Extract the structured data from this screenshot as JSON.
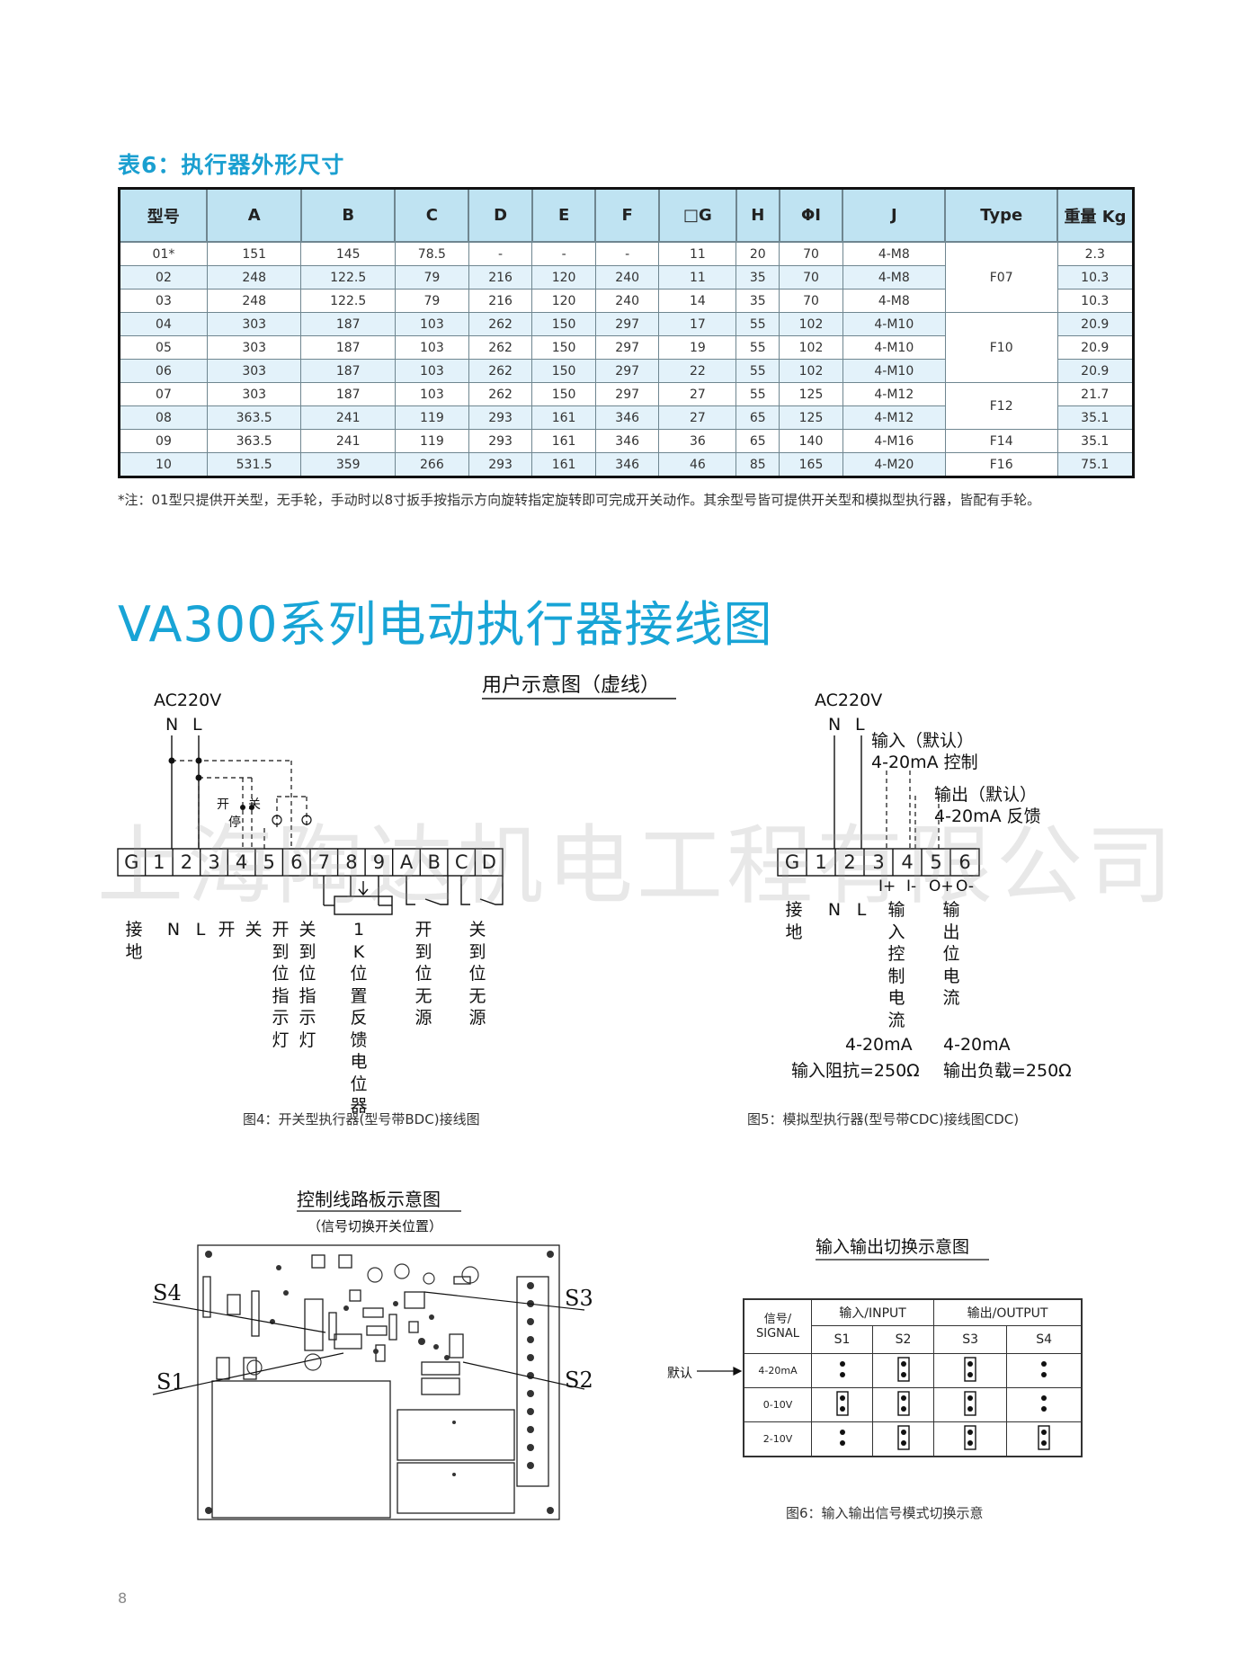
{
  "table": {
    "title": "表6：执行器外形尺寸",
    "headers": [
      "型号",
      "A",
      "B",
      "C",
      "D",
      "E",
      "F",
      "□G",
      "H",
      "ΦI",
      "J",
      "Type",
      "重量 Kg"
    ],
    "rows": [
      [
        "01*",
        "151",
        "145",
        "78.5",
        "-",
        "-",
        "-",
        "11",
        "20",
        "70",
        "4-M8",
        "2.3"
      ],
      [
        "02",
        "248",
        "122.5",
        "79",
        "216",
        "120",
        "240",
        "11",
        "35",
        "70",
        "4-M8",
        "10.3"
      ],
      [
        "03",
        "248",
        "122.5",
        "79",
        "216",
        "120",
        "240",
        "14",
        "35",
        "70",
        "4-M8",
        "10.3"
      ],
      [
        "04",
        "303",
        "187",
        "103",
        "262",
        "150",
        "297",
        "17",
        "55",
        "102",
        "4-M10",
        "20.9"
      ],
      [
        "05",
        "303",
        "187",
        "103",
        "262",
        "150",
        "297",
        "19",
        "55",
        "102",
        "4-M10",
        "20.9"
      ],
      [
        "06",
        "303",
        "187",
        "103",
        "262",
        "150",
        "297",
        "22",
        "55",
        "102",
        "4-M10",
        "20.9"
      ],
      [
        "07",
        "303",
        "187",
        "103",
        "262",
        "150",
        "297",
        "27",
        "55",
        "125",
        "4-M12",
        "21.7"
      ],
      [
        "08",
        "363.5",
        "241",
        "119",
        "293",
        "161",
        "346",
        "27",
        "65",
        "125",
        "4-M12",
        "35.1"
      ],
      [
        "09",
        "363.5",
        "241",
        "119",
        "293",
        "161",
        "346",
        "36",
        "65",
        "140",
        "4-M16",
        "35.1"
      ],
      [
        "10",
        "531.5",
        "359",
        "266",
        "293",
        "161",
        "346",
        "46",
        "85",
        "165",
        "4-M20",
        "75.1"
      ]
    ],
    "types": [
      "F07",
      "F10",
      "F12",
      "F14",
      "F16"
    ],
    "note": "*注：01型只提供开关型，无手轮，手动时以8寸扳手按指示方向旋转指定旋转即可完成开关动作。其余型号皆可提供开关型和模拟型执行器，皆配有手轮。"
  },
  "section_heading": "VA300系列电动执行器接线图",
  "watermark": "上海陶达机电工程有限公司",
  "fig4": {
    "subtitle": "用户示意图（虚线）",
    "supply": "AC220V",
    "n": "N",
    "l": "L",
    "open_short": "开",
    "close_short": "关",
    "stop": "停",
    "terminals": [
      "G",
      "1",
      "2",
      "3",
      "4",
      "5",
      "6",
      "7",
      "8",
      "9",
      "A",
      "B",
      "C",
      "D"
    ],
    "labels": [
      "接地",
      "N",
      "L",
      "开",
      "关",
      "开到位指示灯",
      "关到位指示灯",
      "1K位置反馈电位器",
      "开到位无源",
      "关到位无源"
    ],
    "caption": "图4：开关型执行器(型号带BDC)接线图"
  },
  "fig5": {
    "supply": "AC220V",
    "n": "N",
    "l": "L",
    "input_label": "输入（默认）",
    "input_desc": "4-20mA 控制",
    "output_label": "输出（默认）",
    "output_desc": "4-20mA 反馈",
    "terminals": [
      "G",
      "1",
      "2",
      "3",
      "4",
      "5",
      "6"
    ],
    "polarity": [
      "I+",
      "I-",
      "O+",
      "O-"
    ],
    "labels": [
      "接地",
      "N",
      "L",
      "输入控制电流",
      "输出位电流"
    ],
    "input_range": "4-20mA",
    "input_impedance": "输入阻抗=250Ω",
    "output_range": "4-20mA",
    "output_load": "输出负载=250Ω",
    "caption": "图5：模拟型执行器(型号带CDC)接线图CDC)"
  },
  "board": {
    "title": "控制线路板示意图",
    "subtitle": "（信号切换开关位置）",
    "s1": "S1",
    "s2": "S2",
    "s3": "S3",
    "s4": "S4"
  },
  "switch": {
    "title": "输入输出切换示意图",
    "signal_header": "信号/ SIGNAL",
    "input_header": "输入/INPUT",
    "output_header": "输出/OUTPUT",
    "cols": [
      "S1",
      "S2",
      "S3",
      "S4"
    ],
    "rows": [
      "4-20mA",
      "0-10V",
      "2-10V"
    ],
    "default_label": "默认",
    "caption": "图6：输入输出信号模式切换示意"
  },
  "page_number": "8"
}
